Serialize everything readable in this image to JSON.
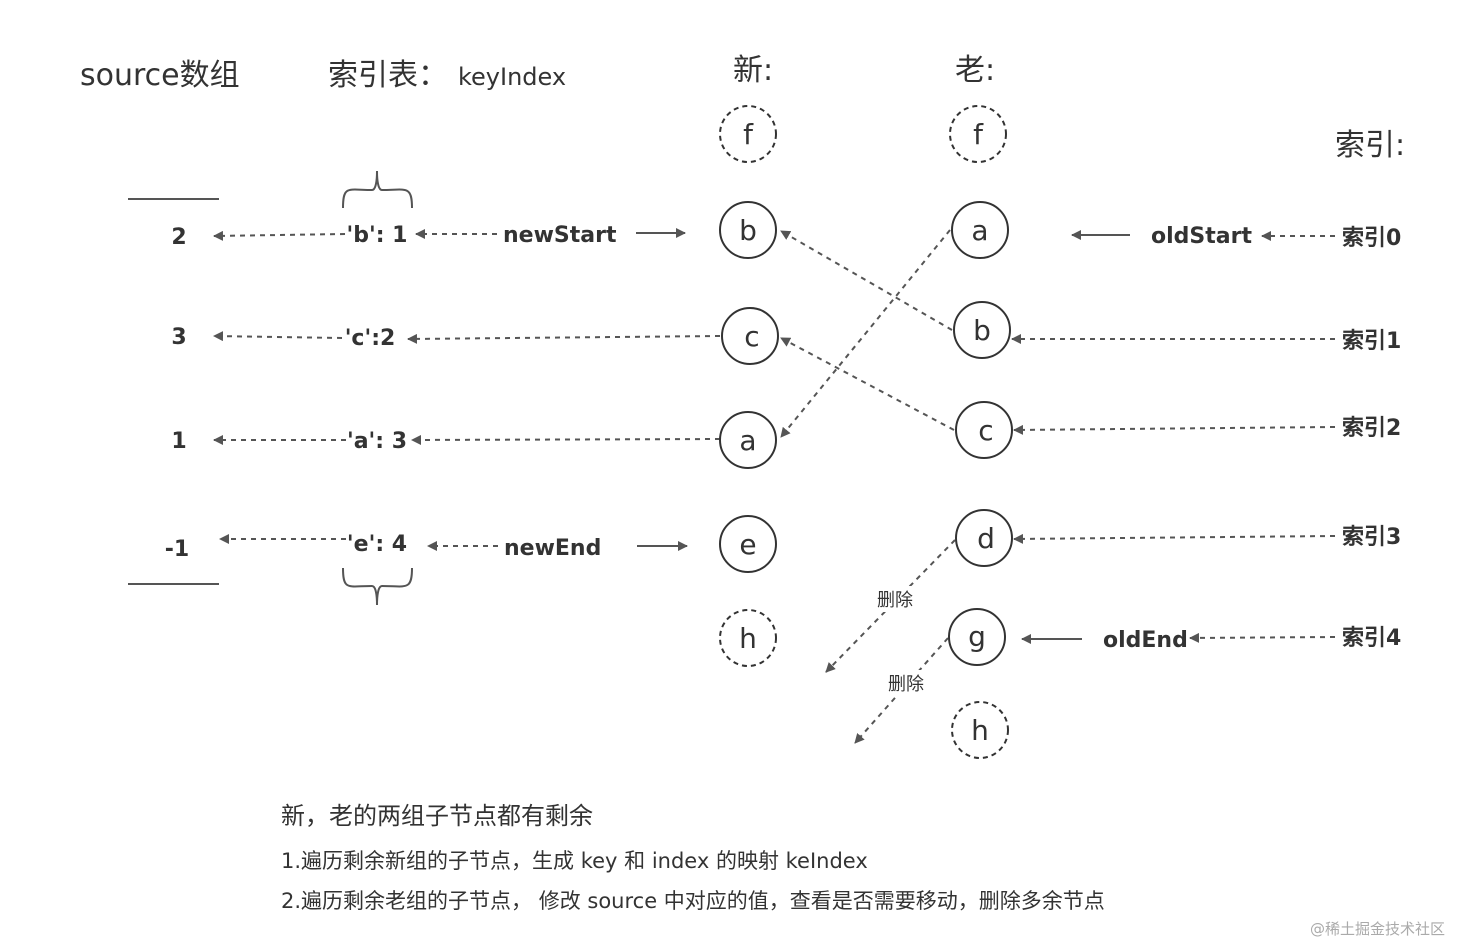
{
  "headers": {
    "source": "source数组",
    "key_index": "索引表：",
    "key_index_name": "keyIndex",
    "new": "新:",
    "old": "老:",
    "index": "索引:"
  },
  "source_values": [
    "2",
    "3",
    "1",
    "-1"
  ],
  "key_index_entries": [
    "'b': 1",
    "'c':2",
    "'a': 3",
    "'e': 4"
  ],
  "pointers": {
    "new_start": "newStart",
    "new_end": "newEnd",
    "old_start": "oldStart",
    "old_end": "oldEnd"
  },
  "new_nodes": [
    "f",
    "b",
    "c",
    "a",
    "e",
    "h"
  ],
  "old_nodes": [
    "f",
    "a",
    "b",
    "c",
    "d",
    "g",
    "h"
  ],
  "old_indices": [
    "索引0",
    "索引1",
    "索引2",
    "索引3",
    "索引4"
  ],
  "delete_label": "删除",
  "caption": {
    "title": "新，老的两组子节点都有剩余",
    "step1": "1.遍历剩余新组的子节点，生成 key 和 index 的映射 keIndex",
    "step2": "2.遍历剩余老组的子节点， 修改 source 中对应的值，查看是否需要移动，删除多余节点"
  },
  "watermark": "@稀土掘金技术社区",
  "colors": {
    "ink": "#333333",
    "arrow": "#555555",
    "watermark": "#aaaaaa"
  }
}
